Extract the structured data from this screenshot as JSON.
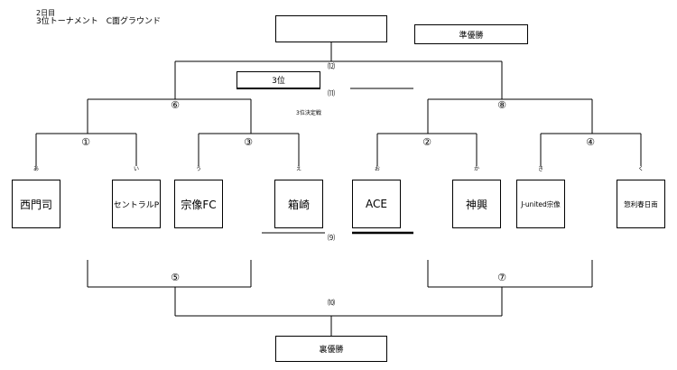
{
  "header": {
    "day": "2日目",
    "title": "3位トーナメント　C面グラウンド"
  },
  "top_boxes": {
    "champion_label": "準優勝",
    "third_label": "3位"
  },
  "third_place_match_label": "3位決定戦",
  "bottom_box_label": "裏優勝",
  "matches": {
    "m1": "①",
    "m2": "②",
    "m3": "③",
    "m4": "④",
    "m5": "⑤",
    "m6": "⑥",
    "m7": "⑦",
    "m8": "⑧",
    "m9": "⑼",
    "m10": "⑽",
    "m11": "⑾",
    "m12": "⑿"
  },
  "teams": [
    {
      "kana": "あ",
      "name": "西門司"
    },
    {
      "kana": "い",
      "name": "セントラルP"
    },
    {
      "kana": "う",
      "name": "宗像FC"
    },
    {
      "kana": "え",
      "name": "箱崎"
    },
    {
      "kana": "お",
      "name": "ACE"
    },
    {
      "kana": "か",
      "name": "神興"
    },
    {
      "kana": "き",
      "name": "J-united宗像"
    },
    {
      "kana": "く",
      "name": "惣利春日南"
    }
  ]
}
